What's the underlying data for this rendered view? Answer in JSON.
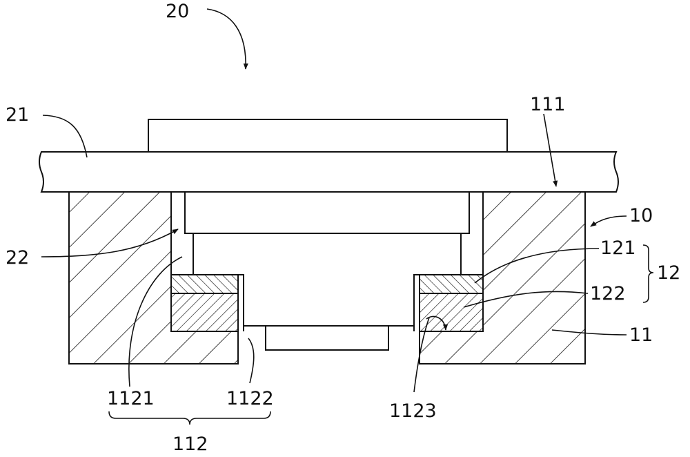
{
  "labels": {
    "assembly": "20",
    "board": "21",
    "surface": "111",
    "holder": "10",
    "lens": "22",
    "layer_top": "121",
    "layer_bottom": "122",
    "layer_group": "12",
    "base": "11",
    "step_upper": "1121",
    "step_lower": "1122",
    "step_face": "1123",
    "hole_group": "112"
  }
}
